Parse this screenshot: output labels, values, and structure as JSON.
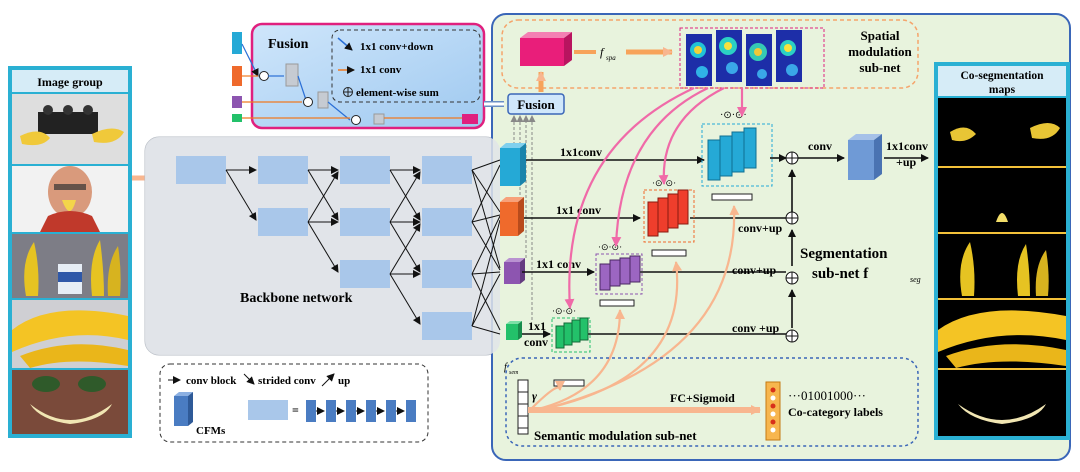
{
  "panels": {
    "image_group": "Image group",
    "coseg_maps": "Co-segmentation maps"
  },
  "labels": {
    "backbone": "Backbone network",
    "fusion_title": "Fusion",
    "fusion_node": "Fusion",
    "legend_conv_down": "1x1 conv+down",
    "legend_conv": "1x1 conv",
    "legend_elem_sum": "element-wise sum",
    "f_spa": "f",
    "f_spa_sub": "spa",
    "spatial_1": "Spatial",
    "spatial_2": "modulation",
    "spatial_3": "sub-net",
    "conv_1x1_a": "1x1conv",
    "conv_1x1_b": "1x1 conv",
    "conv_1x1_c": "1x1 conv",
    "conv_1x1_d1": "1x1",
    "conv_1x1_d2": "conv",
    "conv_top": "conv",
    "out_1": "1x1conv",
    "out_2": "+up",
    "convup_1": "conv+up",
    "convup_2": "conv+up",
    "convup_3": "conv +up",
    "seg_1": "Segmentation",
    "seg_2": "sub-net f",
    "seg_sub": "seg",
    "f_sem": "f",
    "f_sem_sub": "sem",
    "gamma": "γ",
    "fc_sigmoid": "FC+Sigmoid",
    "binary": "···01001000···",
    "cocat": "Co-category  labels",
    "semantic": "Semantic modulation sub-net",
    "legend_conv_block": "conv block",
    "legend_strided": "strided conv",
    "legend_up": "up",
    "cfms": "CFMs",
    "equals": "="
  },
  "colors": {
    "green_bg": "#e8f3dd",
    "blue_border": "#3a66b8",
    "gray_bg": "#e1e4e9",
    "block_blue": "#a9c7ea",
    "cyan": "#25a9d6",
    "orange": "#ef6a2c",
    "purple": "#8d55b0",
    "green": "#23c16a",
    "pink": "#f06aa8",
    "salmon": "#f8b68f",
    "magenta": "#e0207e"
  }
}
